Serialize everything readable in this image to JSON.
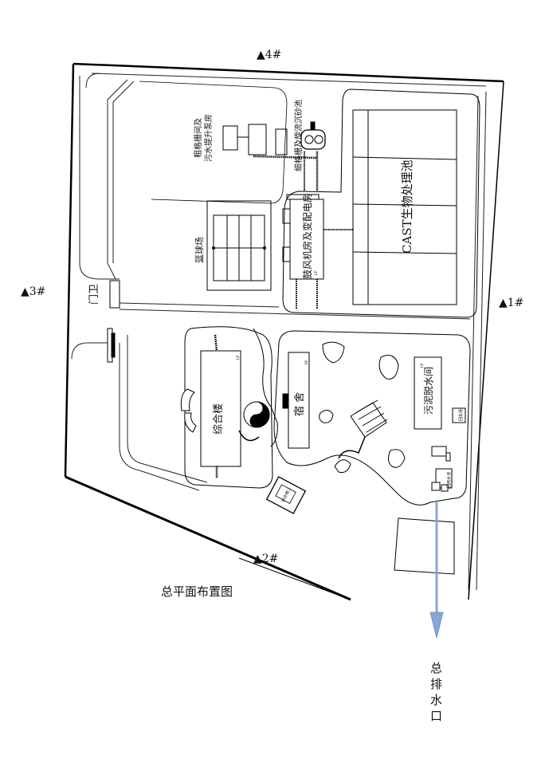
{
  "markers": {
    "north": "▲4#",
    "east": "▲1#",
    "south": "▲2#",
    "west": "▲3#"
  },
  "title": "总平面布置图",
  "outfall": [
    "总",
    "排",
    "水",
    "口"
  ],
  "buildings": {
    "gate_guard": "门卫",
    "grille_pump": [
      "粗格栅间及",
      "污水提升泵房"
    ],
    "fine_grille": [
      "细格栅及旋流沉砂池"
    ],
    "basketball": "篮球场",
    "blower": "鼓风机房及变配电房",
    "cast_tank": "CAST生物处理池",
    "complex": "综合楼",
    "dorm": "宿 舍",
    "sludge": "污泥脱水间",
    "floor_1f": "1F",
    "floor_3f": "3F",
    "small_building": "综合楼二",
    "small_east": "回车场",
    "small_south": "回用水池"
  }
}
